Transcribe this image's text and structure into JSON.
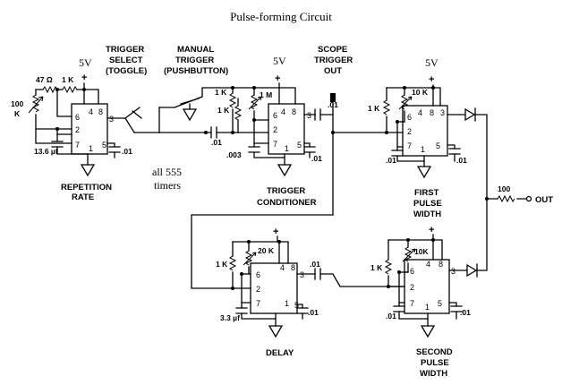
{
  "title": "Pulse-forming Circuit",
  "labels": {
    "v5_a": "5V",
    "v5_b": "5V",
    "v5_c": "5V",
    "trigger_select_1": "TRIGGER",
    "trigger_select_2": "SELECT",
    "trigger_select_3": "(TOGGLE)",
    "manual_trigger_1": "MANUAL",
    "manual_trigger_2": "TRIGGER",
    "manual_trigger_3": "(PUSHBUTTON)",
    "scope_1": "SCOPE",
    "scope_2": "TRIGGER",
    "scope_3": "OUT",
    "rep_1": "REPETITION",
    "rep_2": "RATE",
    "all555_1": "all 555",
    "all555_2": "timers",
    "trig_cond_1": "TRIGGER",
    "trig_cond_2": "CONDITIONER",
    "first_1": "FIRST",
    "first_2": "PULSE",
    "first_3": "WIDTH",
    "delay": "DELAY",
    "second_1": "SECOND",
    "second_2": "PULSE",
    "second_3": "WIDTH",
    "out": "OUT",
    "r_47": "47 Ω",
    "r_100k_1": "100",
    "r_100k_2": "K",
    "r_1k_a": "1 K",
    "r_1k_b": "1 K",
    "r_1k_c": "1 K",
    "r_1m": "1 M",
    "r_1k_d": "1 K",
    "r_10k_a": "10 K",
    "r_1k_e": "1 K",
    "r_20k": "20 K",
    "r_1k_f": "1 K",
    "r_10k_b": "10K",
    "r_100": "100",
    "c_13_6": "13.6 µf",
    "c_01_a": ".01",
    "c_01_b": ".01",
    "c_003": ".003",
    "c_01_c": ".01",
    "c_01_d": ".01",
    "c_01_e": ".01",
    "c_01_f": ".01",
    "c_33": "3.3 µf",
    "c_01_g": ".01",
    "c_01_h": ".01",
    "c_01_i": ".01",
    "c_01_j": ".01"
  },
  "pins": {
    "p1": "1",
    "p2": "2",
    "p3": "3",
    "p4": "4",
    "p5": "5",
    "p6": "6",
    "p7": "7",
    "p8": "8"
  }
}
